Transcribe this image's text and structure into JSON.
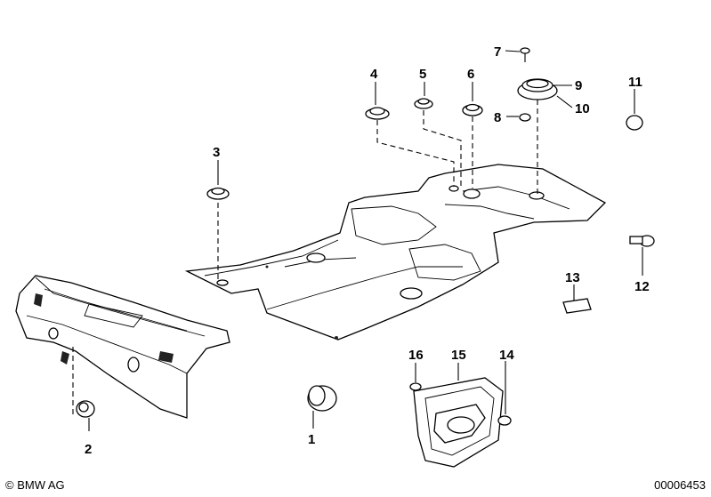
{
  "callouts": [
    {
      "id": "1",
      "text": "1"
    },
    {
      "id": "2",
      "text": "2"
    },
    {
      "id": "3",
      "text": "3"
    },
    {
      "id": "4",
      "text": "4"
    },
    {
      "id": "5",
      "text": "5"
    },
    {
      "id": "6",
      "text": "6"
    },
    {
      "id": "7",
      "text": "7"
    },
    {
      "id": "8",
      "text": "8"
    },
    {
      "id": "9",
      "text": "9"
    },
    {
      "id": "10",
      "text": "10"
    },
    {
      "id": "11",
      "text": "11"
    },
    {
      "id": "12",
      "text": "12"
    },
    {
      "id": "13",
      "text": "13"
    },
    {
      "id": "14",
      "text": "14"
    },
    {
      "id": "15",
      "text": "15"
    },
    {
      "id": "16",
      "text": "16"
    }
  ],
  "footer": {
    "copyright": "© BMW AG",
    "diagram_id": "00006453"
  }
}
